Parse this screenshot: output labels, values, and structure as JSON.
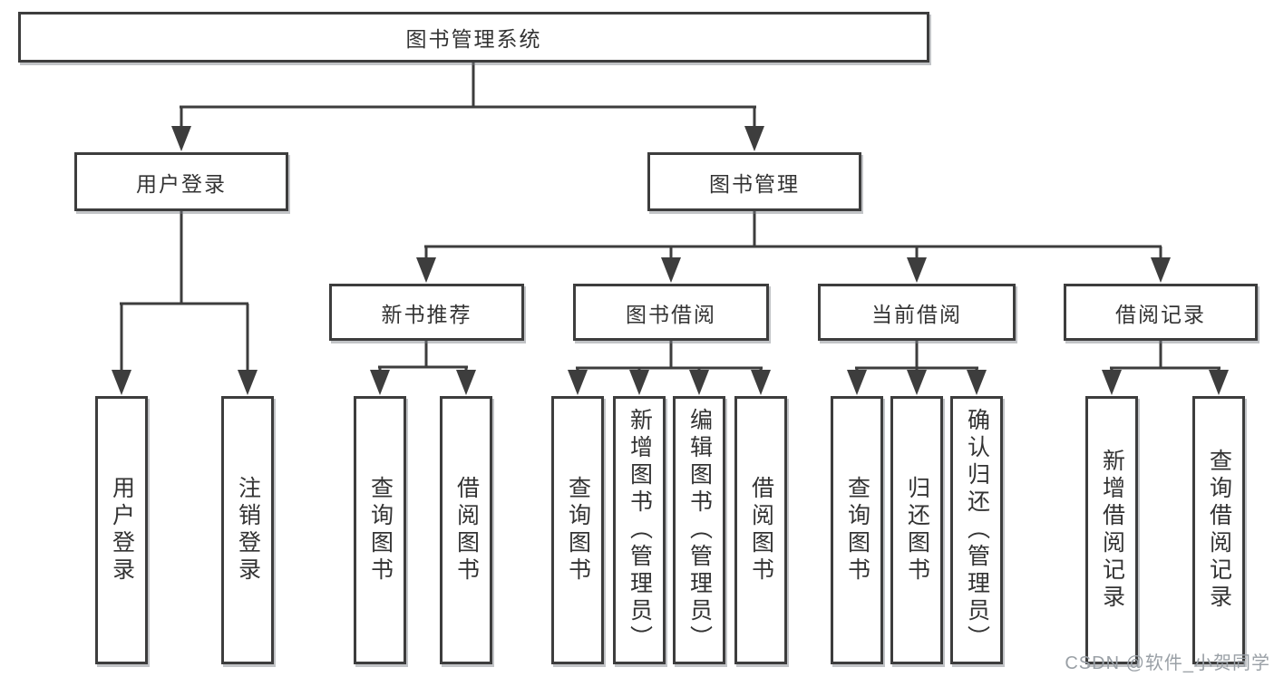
{
  "diagram": {
    "root": {
      "label": "图书管理系统"
    },
    "level1": [
      {
        "label": "用户登录"
      },
      {
        "label": "图书管理"
      }
    ],
    "level2": [
      {
        "label": "新书推荐"
      },
      {
        "label": "图书借阅"
      },
      {
        "label": "当前借阅"
      },
      {
        "label": "借阅记录"
      }
    ],
    "leaves": {
      "user_login": [
        {
          "label": "用户登录"
        },
        {
          "label": "注销登录"
        }
      ],
      "new_book_recommend": [
        {
          "label": "查询图书"
        },
        {
          "label": "借阅图书"
        }
      ],
      "book_borrowing": [
        {
          "label": "查询图书"
        },
        {
          "label": "新增图书（管理员）"
        },
        {
          "label": "编辑图书（管理员）"
        },
        {
          "label": "借阅图书"
        }
      ],
      "current_borrowing": [
        {
          "label": "查询图书"
        },
        {
          "label": "归还图书"
        },
        {
          "label": "确认归还（管理员）"
        }
      ],
      "borrowing_records": [
        {
          "label": "新增借阅记录"
        },
        {
          "label": "查询借阅记录"
        }
      ]
    }
  },
  "watermark": {
    "text": "CSDN @软件_小贺同学"
  },
  "colors": {
    "line": "#3d3d3d",
    "border": "#3d3d3d",
    "text": "#333333",
    "watermark": "#9aa0a6",
    "background": "#ffffff"
  }
}
